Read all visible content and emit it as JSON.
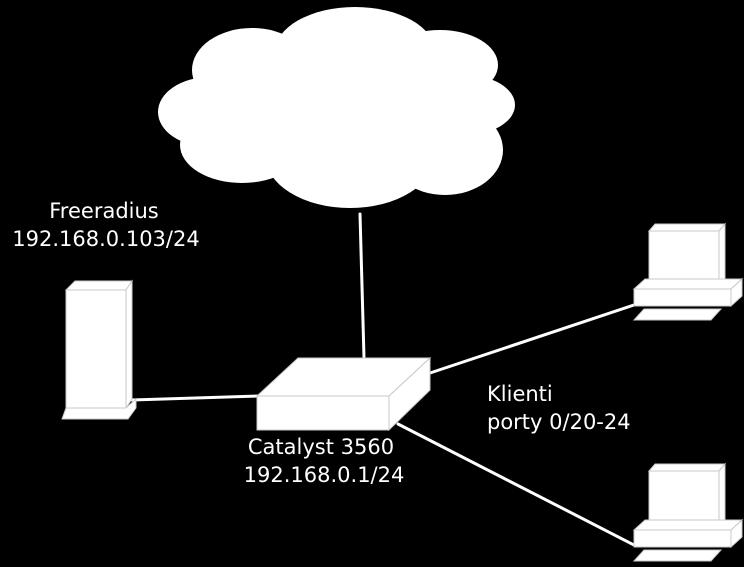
{
  "nodes": {
    "internet": {
      "icon": "cloud-icon"
    },
    "server": {
      "icon": "server-tower-icon",
      "name": "Freeradius",
      "ip": "192.168.0.103/24"
    },
    "switch": {
      "icon": "switch-icon",
      "name": "Catalyst 3560",
      "ip": "192.168.0.1/24"
    },
    "clients": {
      "icon": "desktop-computer-icon",
      "title": "Klienti",
      "ports": "porty 0/20-24"
    }
  },
  "colors": {
    "background": "#000000",
    "foreground": "#ffffff",
    "edge": "#c8c8c8"
  }
}
